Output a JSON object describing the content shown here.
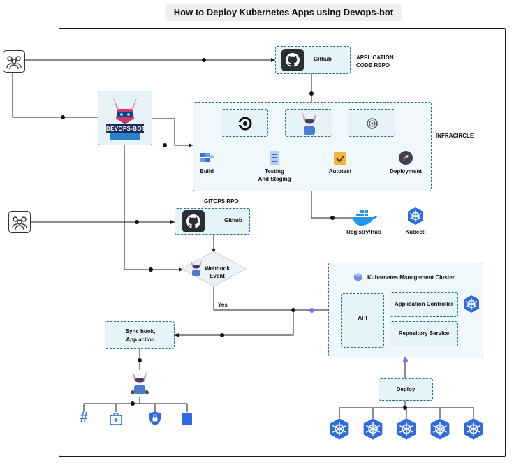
{
  "title": "How to Deploy Kubernetes Apps using Devops-bot",
  "code_repo": {
    "name": "Github",
    "caption_line1": "APPLICATION",
    "caption_line2": "CODE REPO"
  },
  "bot": {
    "logo_text": "DEVOPS-BOT"
  },
  "infracircle": {
    "label": "INFRACIRCLE",
    "stages": {
      "build": "Build",
      "testing_line1": "Testing",
      "testing_line2": "And Staging",
      "autotest": "Autotest",
      "deployment": "Deployment"
    }
  },
  "registry": {
    "label": "Registry/Hub"
  },
  "kubectl": {
    "label": "Kubectl"
  },
  "gitops": {
    "caption": "GITOPS RPO",
    "name": "Github"
  },
  "webhook": {
    "line1": "Webhook",
    "line2": "Event"
  },
  "yes_label": "Yes",
  "sync": {
    "line1": "Sync hook,",
    "line2": "App action"
  },
  "cluster": {
    "title": "Kubernetes Management Cluster",
    "api": "API",
    "app_controller": "Application Controller",
    "repo_service": "Repository Service"
  },
  "deploy": {
    "label": "Deploy"
  },
  "colors": {
    "accent": "#1d6f8e",
    "box_fill": "#e6f4f8",
    "k8s_blue": "#2f6ae0",
    "purple_dot": "#8c6ef0"
  },
  "icons": [
    "users-icon",
    "github-icon",
    "circleci-icon",
    "argo-icon",
    "build-blocks-icon",
    "testing-icon",
    "autotest-check-icon",
    "rocket-icon",
    "docker-whale-icon",
    "kubernetes-icon",
    "slack-hash-icon",
    "medical-kit-icon",
    "lock-icon",
    "document-icon"
  ]
}
